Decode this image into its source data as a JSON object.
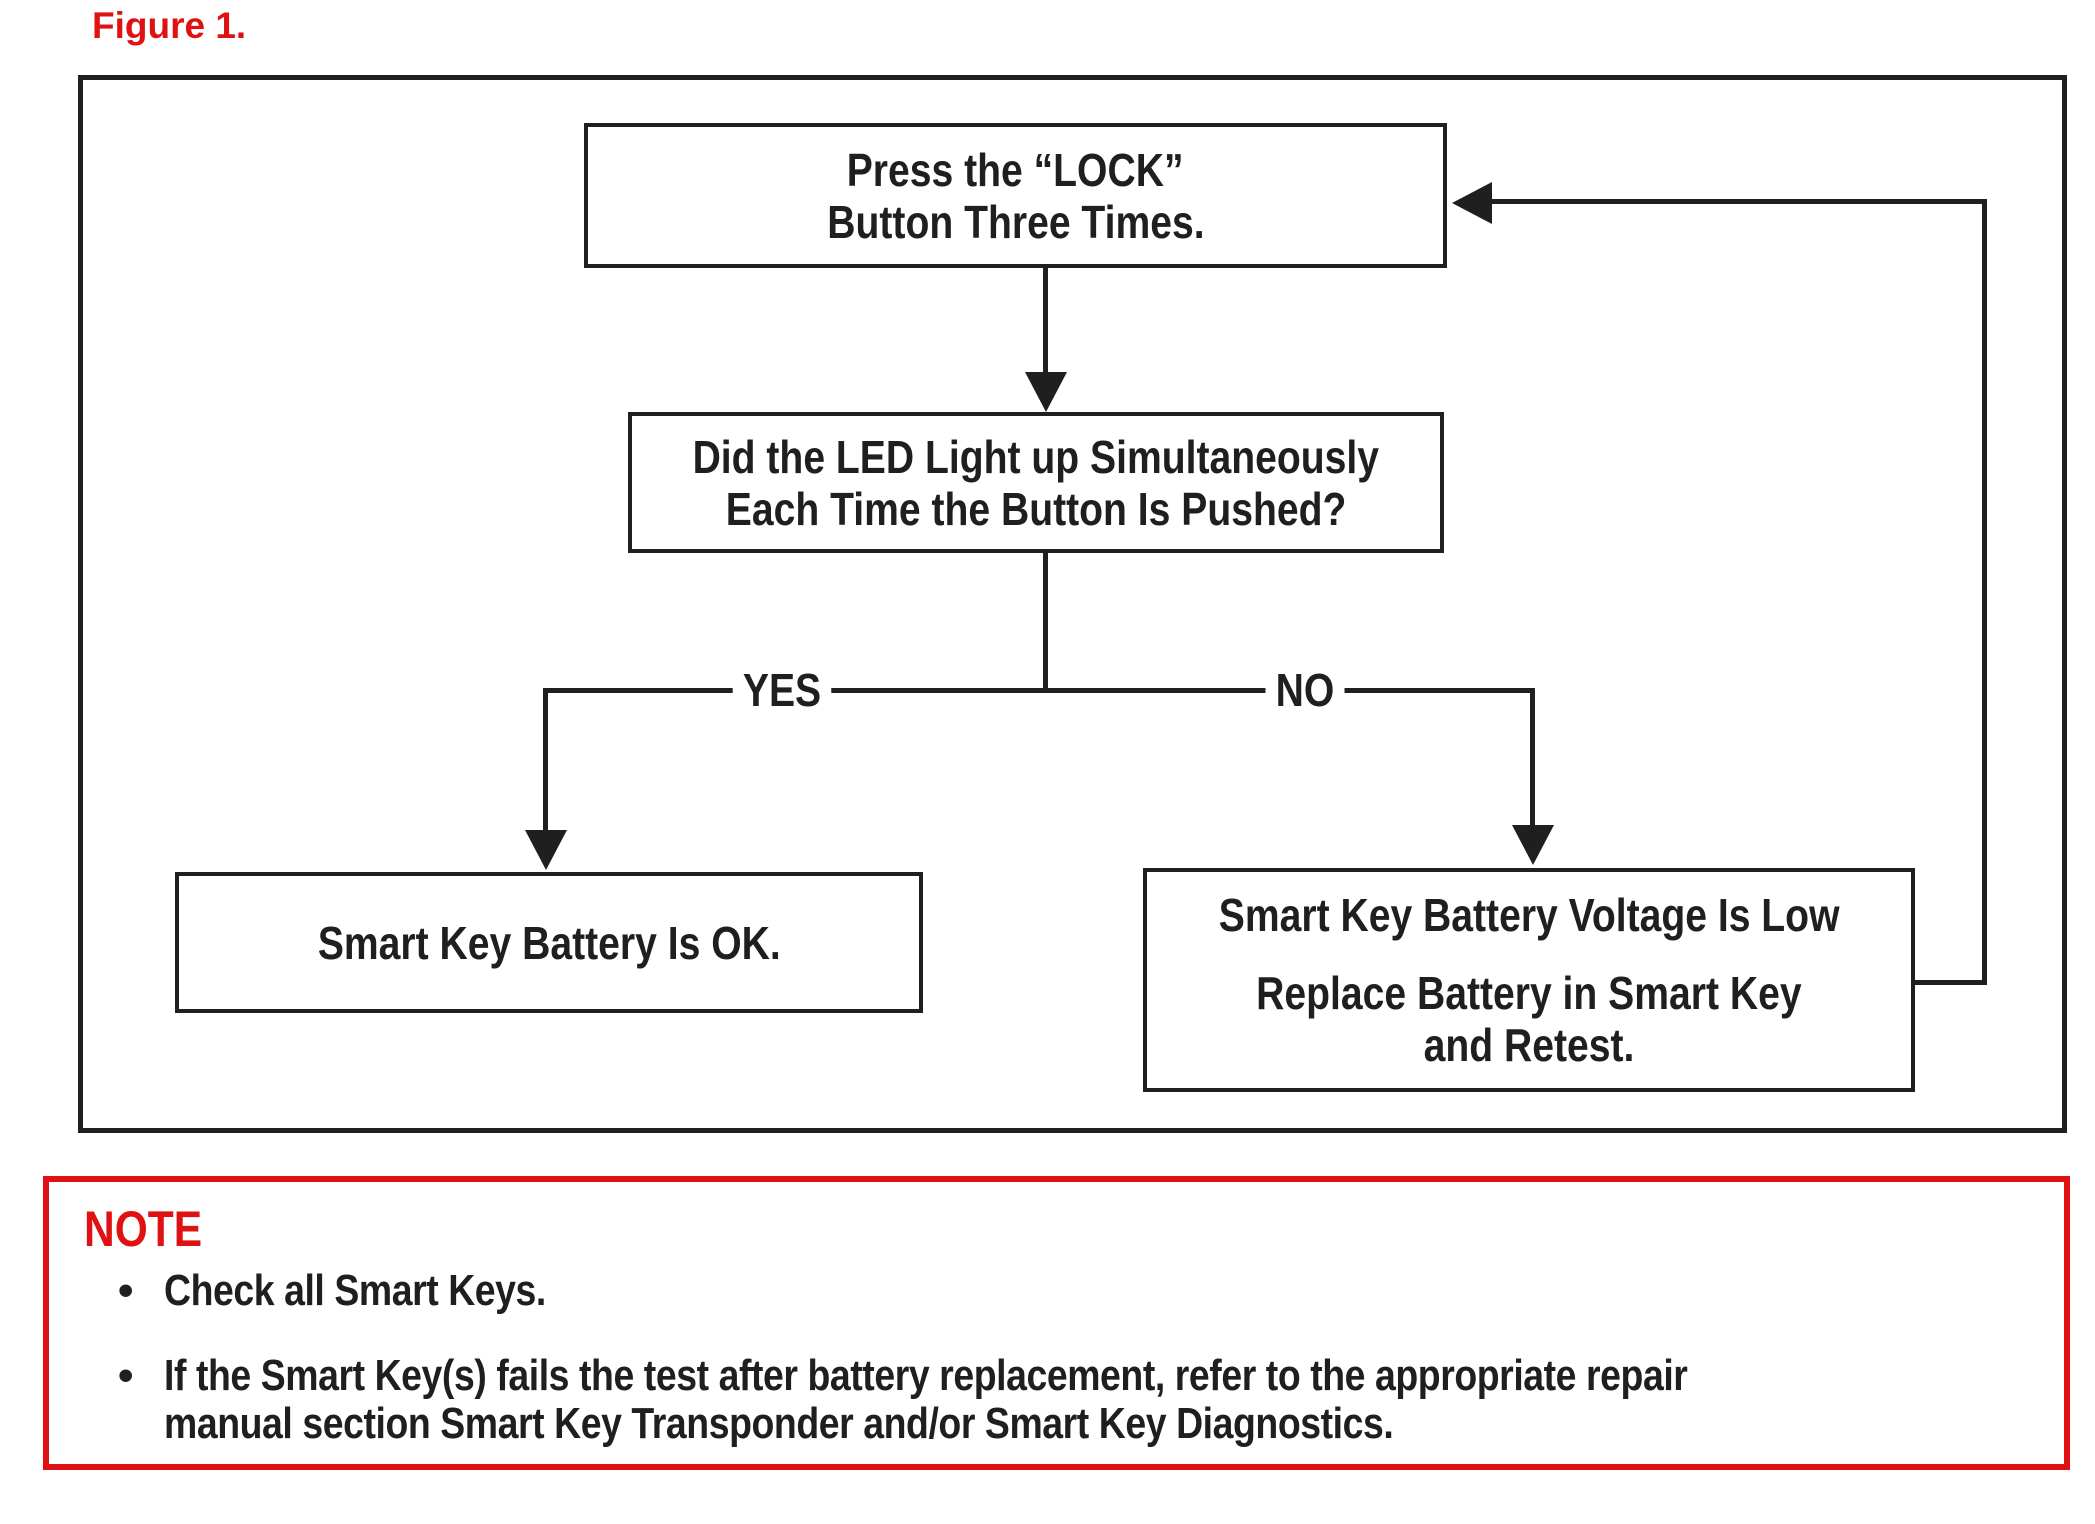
{
  "figure_label": "Figure 1.",
  "colors": {
    "red": "#e01113",
    "ink": "#1f1f1f"
  },
  "flowchart": {
    "step1": {
      "line1": "Press the “LOCK”",
      "line2": "Button Three Times."
    },
    "decision": {
      "line1": "Did the LED Light up Simultaneously",
      "line2": "Each Time the Button Is Pushed?"
    },
    "branch_yes": "YES",
    "branch_no": "NO",
    "result_yes": {
      "line1": "Smart Key Battery Is OK."
    },
    "result_no": {
      "line1": "Smart Key Battery Voltage Is Low",
      "line2": "Replace Battery in Smart Key",
      "line3": "and Retest."
    }
  },
  "note": {
    "heading": "NOTE",
    "bullet_glyph": "•",
    "bullet1": {
      "line1": "Check all Smart Keys."
    },
    "bullet2": {
      "line1": "If the Smart Key(s) fails the test after battery replacement, refer to the appropriate repair",
      "line2": "manual section Smart Key Transponder and/or Smart Key Diagnostics."
    }
  }
}
